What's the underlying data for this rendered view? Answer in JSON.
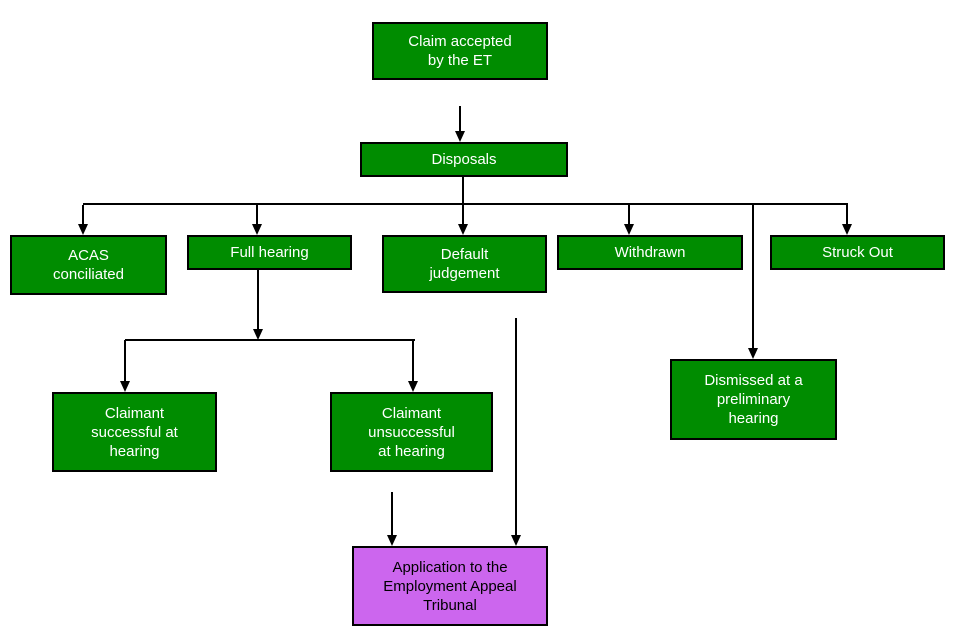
{
  "colors": {
    "node_green": "#008C00",
    "node_purple": "#CC66EE",
    "border": "#000000",
    "text_on_green": "#FFFFFF",
    "text_on_purple": "#000000",
    "connector": "#000000"
  },
  "nodes": {
    "claim": {
      "label": "Claim accepted\nby the ET"
    },
    "disposals": {
      "label": "Disposals"
    },
    "acas": {
      "label": "ACAS\nconciliated"
    },
    "full_hearing": {
      "label": "Full hearing"
    },
    "default_judgement": {
      "label": "Default\njudgement"
    },
    "withdrawn": {
      "label": "Withdrawn"
    },
    "struck_out": {
      "label": "Struck Out"
    },
    "dismissed": {
      "label": "Dismissed at a\npreliminary\nhearing"
    },
    "claimant_successful": {
      "label": "Claimant\nsuccessful at\nhearing"
    },
    "claimant_unsuccessful": {
      "label": "Claimant\nunsuccessful\nat hearing"
    },
    "eat_application": {
      "label": "Application to the\nEmployment Appeal\nTribunal"
    }
  },
  "edges": [
    {
      "from": "claim",
      "to": "disposals"
    },
    {
      "from": "disposals",
      "to": "acas"
    },
    {
      "from": "disposals",
      "to": "full_hearing"
    },
    {
      "from": "disposals",
      "to": "default_judgement"
    },
    {
      "from": "disposals",
      "to": "withdrawn"
    },
    {
      "from": "disposals",
      "to": "struck_out"
    },
    {
      "from": "disposals",
      "to": "dismissed"
    },
    {
      "from": "full_hearing",
      "to": "claimant_successful"
    },
    {
      "from": "full_hearing",
      "to": "claimant_unsuccessful"
    },
    {
      "from": "claimant_unsuccessful",
      "to": "eat_application"
    },
    {
      "from": "default_judgement",
      "to": "eat_application"
    }
  ]
}
